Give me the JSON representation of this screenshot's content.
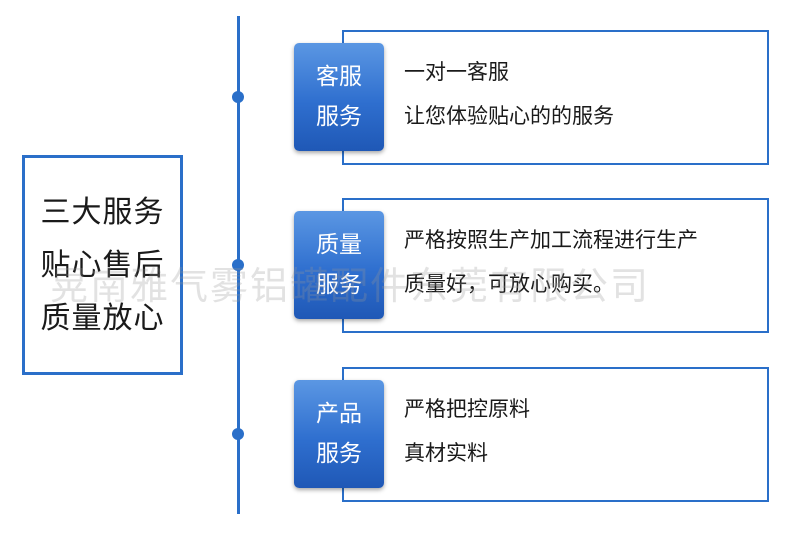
{
  "summary": {
    "lines": [
      "三大服务",
      "贴心售后",
      "质量放心"
    ]
  },
  "services": [
    {
      "tag": [
        "客服",
        "服务"
      ],
      "lines": [
        "一对一客服",
        "让您体验贴心的的服务"
      ]
    },
    {
      "tag": [
        "质量",
        "服务"
      ],
      "lines": [
        "严格按照生产加工流程进行生产",
        "质量好，可放心购买。"
      ]
    },
    {
      "tag": [
        "产品",
        "服务"
      ],
      "lines": [
        "严格把控原料",
        "真材实料"
      ]
    }
  ],
  "watermark": "晃南雅气雾铝罐配件东莞有限公司",
  "colors": {
    "accent": "#2a6fc9",
    "text": "#1a1a1a"
  }
}
